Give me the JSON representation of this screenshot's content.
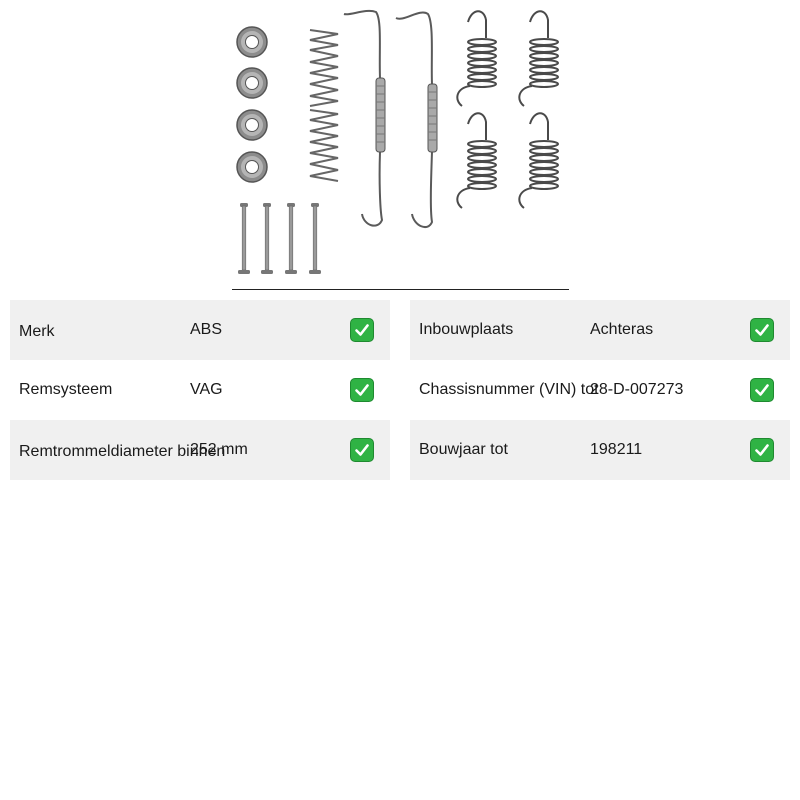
{
  "left_specs": [
    {
      "label": "Merk",
      "value": "ABS",
      "status_icon": "check-icon"
    },
    {
      "label": "Remsysteem",
      "value": "VAG",
      "status_icon": "check-icon"
    },
    {
      "label": "Remtrommeldiameter binnen",
      "value": "252 mm",
      "status_icon": "check-icon"
    }
  ],
  "right_specs": [
    {
      "label": "Inbouwplaats",
      "value": "Achteras",
      "status_icon": "check-icon"
    },
    {
      "label": "Chassisnummer (VIN) tot",
      "value": "28-D-007273",
      "status_icon": "check-icon"
    },
    {
      "label": "Bouwjaar tot",
      "value": "198211",
      "status_icon": "check-icon"
    }
  ],
  "colors": {
    "row_shade": "#f0f0f0",
    "check_green": "#2fb344"
  },
  "image_icon": "brake-spring-kit-image"
}
